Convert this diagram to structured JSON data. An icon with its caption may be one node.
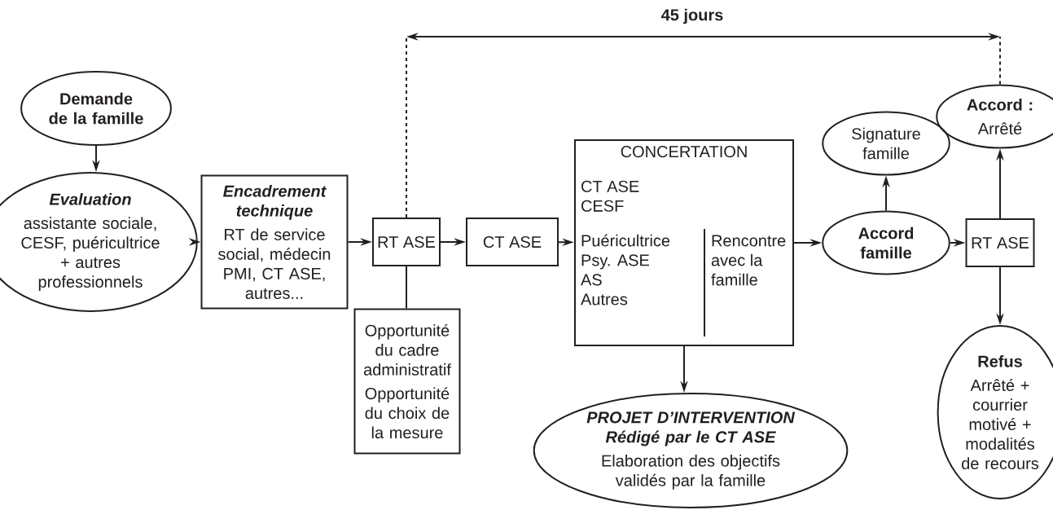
{
  "diagram": {
    "nodes": [
      {
        "text": [
          "Demande de la famille"
        ]
      },
      {
        "text": [
          "Evaluation",
          "assistante sociale, CESF, puéricultrice + autres professionnels"
        ]
      },
      {
        "text": [
          "Encadrement technique",
          "RT de service social, médecin PMI, CT ASE, autres..."
        ]
      },
      {
        "text": [
          "RT ASE"
        ]
      },
      {
        "text": [
          "Opportunité du cadre administratif",
          "Opportunité du choix de la mesure"
        ]
      },
      {
        "text": [
          "CT ASE"
        ]
      },
      {
        "text": [
          "CONCERTATION",
          "CT ASE",
          "CESF",
          "Puéricultrice",
          "Psy. ASE",
          "AS",
          "Autres",
          "Rencontre avec la famille"
        ]
      },
      {
        "text": [
          "Signature famille"
        ]
      },
      {
        "text": [
          "Accord famille"
        ]
      },
      {
        "text": [
          "Accord :",
          "Arrêté"
        ]
      },
      {
        "text": [
          "RT ASE"
        ]
      },
      {
        "text": [
          "Refus",
          "Arrêté + courrier motivé + modalités de recours"
        ]
      },
      {
        "text": [
          "PROJET D’INTERVENTION Rédigé par le CT ASE",
          "Elaboration des objectifs validés par la famille"
        ]
      }
    ],
    "edges": [
      {
        "from": 0,
        "to": 1,
        "arrow": "to"
      },
      {
        "from": 1,
        "to": 2,
        "arrow": "to"
      },
      {
        "from": 2,
        "to": 3,
        "arrow": "to"
      },
      {
        "from": 3,
        "to": 5,
        "arrow": "to"
      },
      {
        "from": 3,
        "to": 4,
        "arrow": "none"
      },
      {
        "from": 5,
        "to": 6,
        "arrow": "to"
      },
      {
        "from": 6,
        "to": 12,
        "arrow": "to"
      },
      {
        "from": 6,
        "to": 8,
        "arrow": "to"
      },
      {
        "from": 8,
        "to": 7,
        "arrow": "to"
      },
      {
        "from": 8,
        "to": 10,
        "arrow": "to"
      },
      {
        "from": 10,
        "to": 9,
        "arrow": "to"
      },
      {
        "from": 10,
        "to": 11,
        "arrow": "to"
      }
    ],
    "labels": [
      "45 jours"
    ]
  }
}
